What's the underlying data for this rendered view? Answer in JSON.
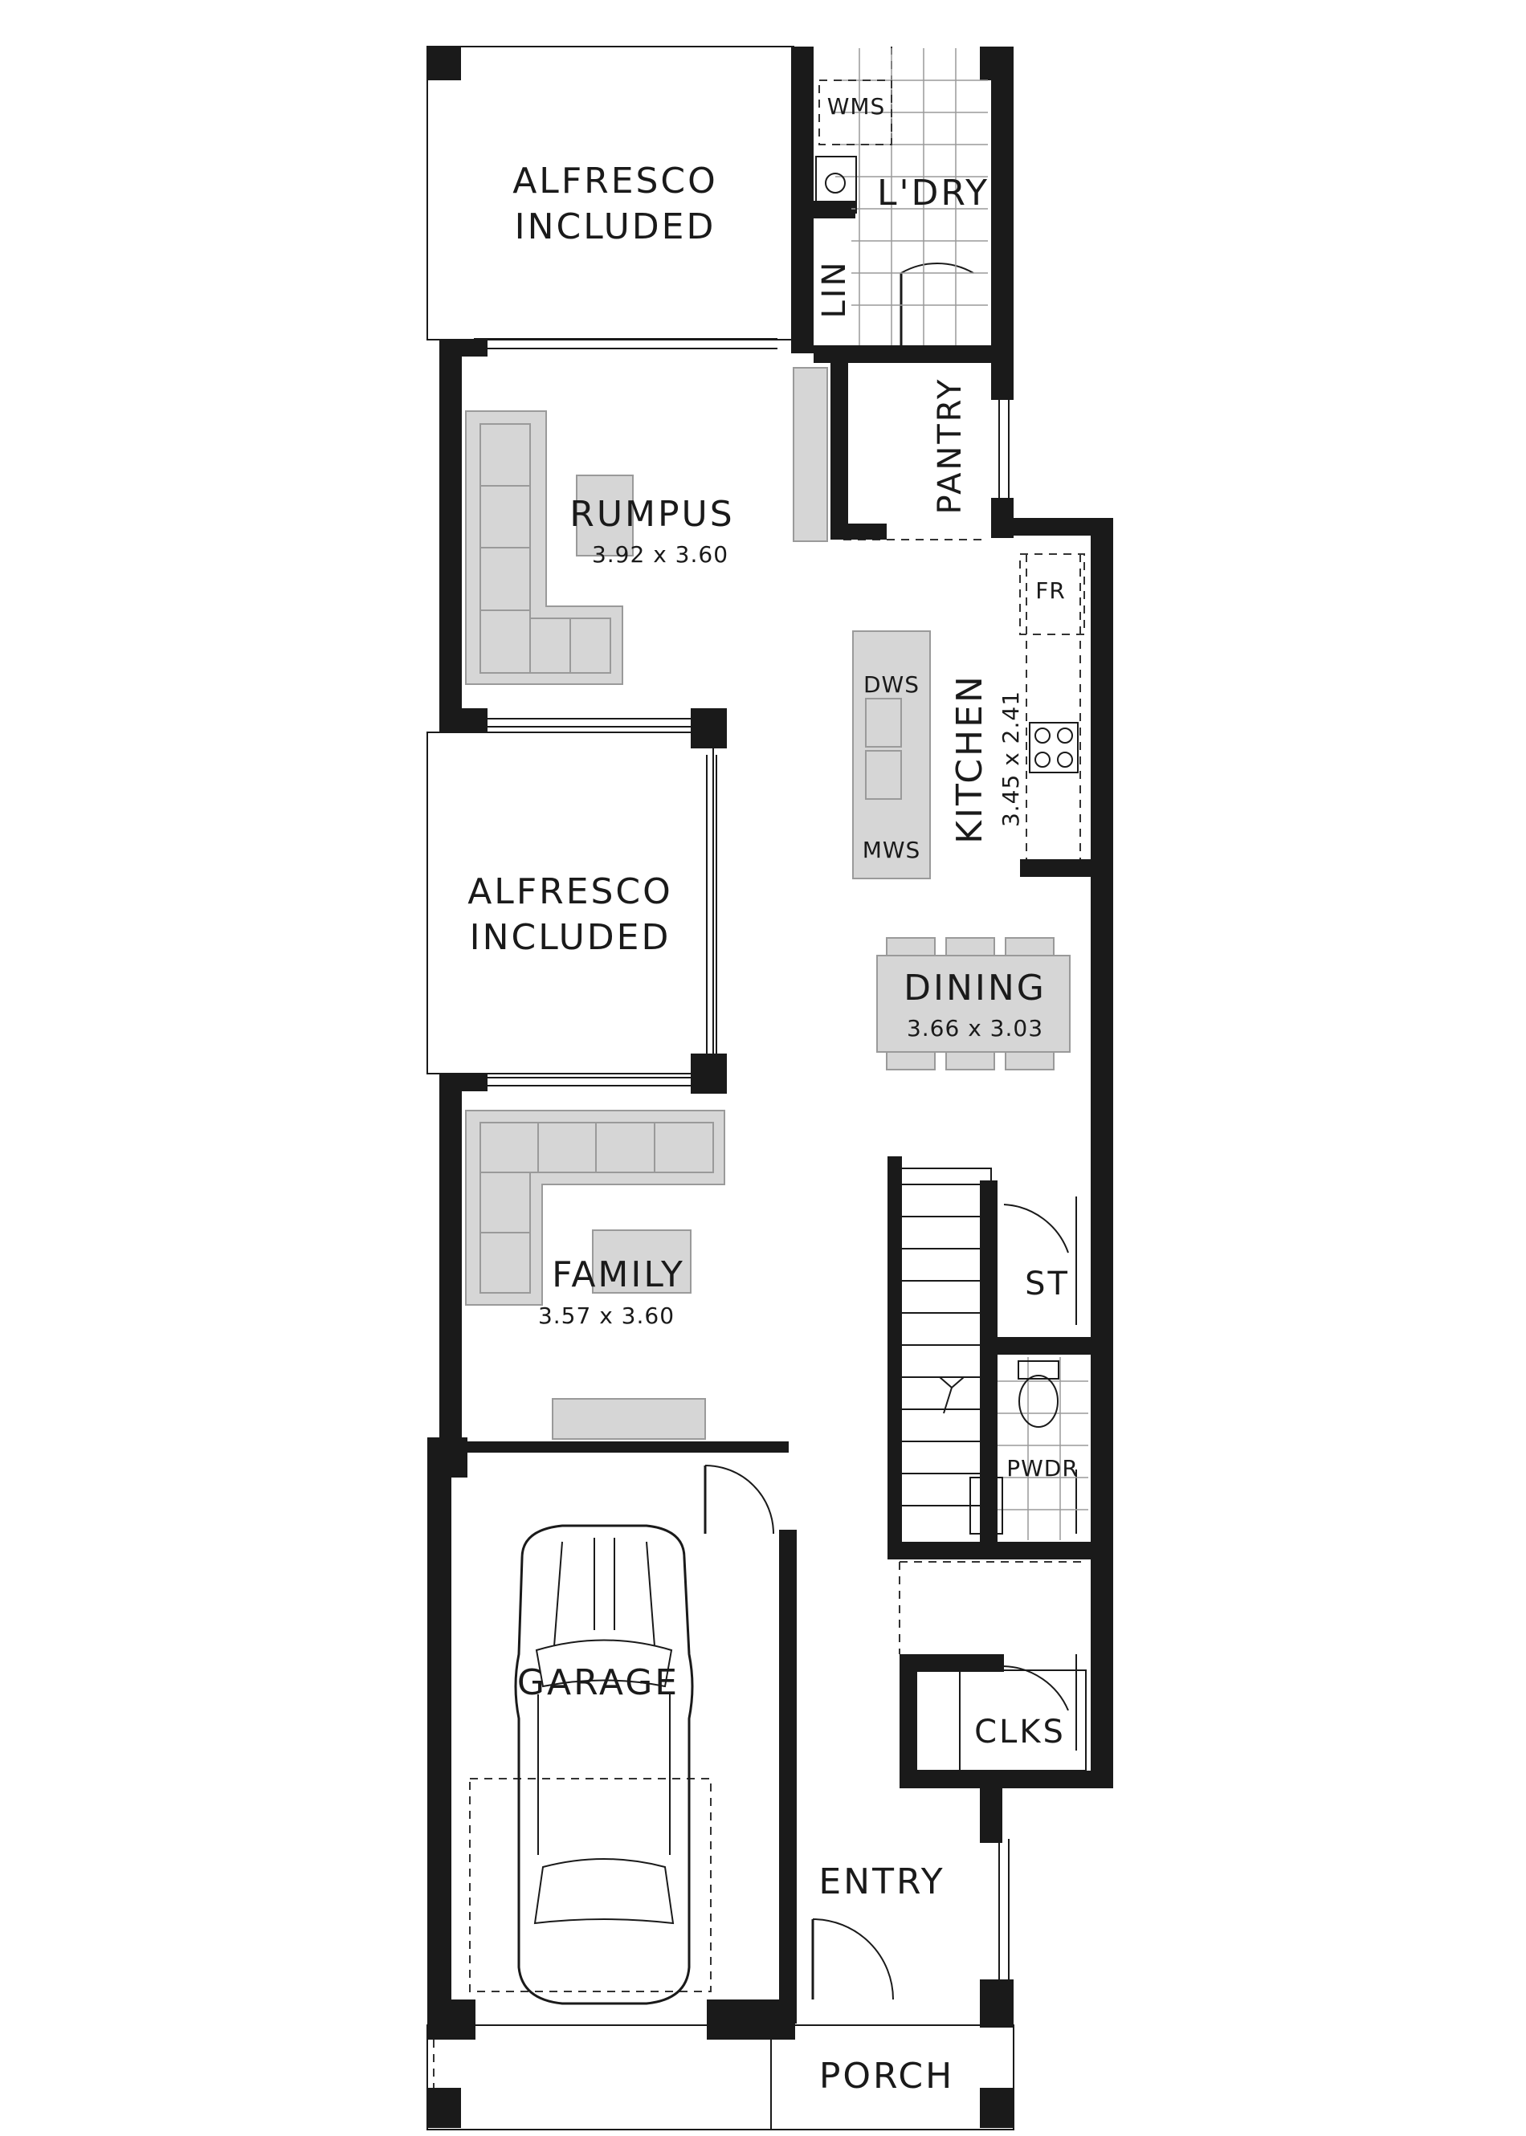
{
  "plan": {
    "rooms": {
      "alfresco_top": {
        "line1": "ALFRESCO",
        "line2": "INCLUDED"
      },
      "laundry": {
        "name": "L'DRY",
        "appliance": "WMS"
      },
      "linen": {
        "name": "LIN"
      },
      "pantry": {
        "name": "PANTRY"
      },
      "rumpus": {
        "name": "RUMPUS",
        "dims": "3.92 x 3.60"
      },
      "kitchen": {
        "name": "KITCHEN",
        "dims": "3.45 x 2.41",
        "fridge": "FR",
        "dishwasher": "DWS",
        "microwave": "MWS"
      },
      "alfresco_mid": {
        "line1": "ALFRESCO",
        "line2": "INCLUDED"
      },
      "dining": {
        "name": "DINING",
        "dims": "3.66 x 3.03"
      },
      "family": {
        "name": "FAMILY",
        "dims": "3.57 x 3.60"
      },
      "store": {
        "name": "ST"
      },
      "powder": {
        "name": "PWDR"
      },
      "garage": {
        "name": "GARAGE"
      },
      "cloaks": {
        "name": "CLKS"
      },
      "entry": {
        "name": "ENTRY"
      },
      "porch": {
        "name": "PORCH"
      }
    }
  }
}
